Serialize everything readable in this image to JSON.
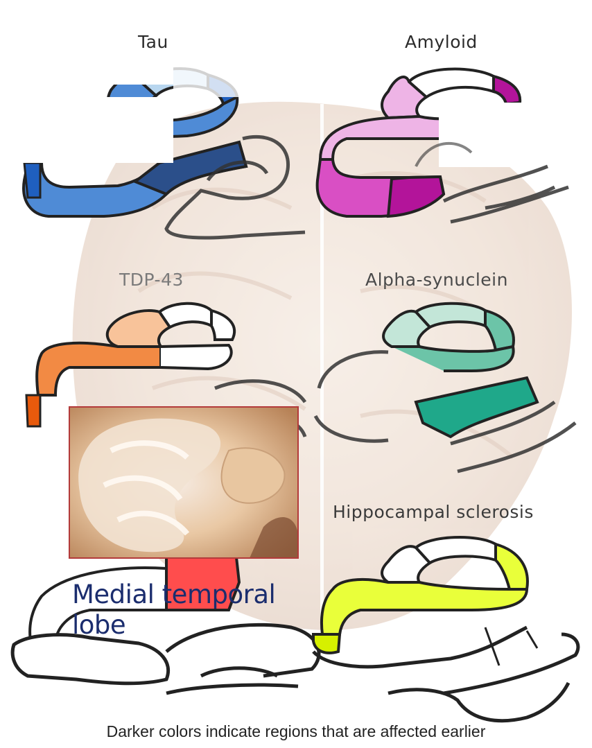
{
  "panels": {
    "tau": {
      "label": "Tau",
      "color_dark": "#1f5fbf",
      "color_mid": "#4f8bd6",
      "color_light": "#b8d6ef"
    },
    "amyloid": {
      "label": "Amyloid",
      "color_dark": "#b3149a",
      "color_mid": "#d94fc4",
      "color_light": "#eeb4e6"
    },
    "tdp43": {
      "label": "TDP-43",
      "color_dark": "#e85a0c",
      "color_mid": "#f28a44",
      "color_light": "#f8c39a"
    },
    "alpha_synuclein": {
      "label": "Alpha-synuclein",
      "color_dark": "#1fa88a",
      "color_mid": "#6cc4a8",
      "color_light": "#c3e6d8"
    },
    "hippocampal_sclerosis": {
      "label": "Hippocampal sclerosis",
      "color_dark": "#d6f000",
      "color_mid": "#e9ff3a",
      "color_light": "#f6ff9a"
    }
  },
  "callout": {
    "title": "Medial temporal lobe",
    "border_color": "#b33a3a",
    "highlight_color": "#ff4d4d"
  },
  "caption": "Darker colors indicate regions that are affected earlier"
}
